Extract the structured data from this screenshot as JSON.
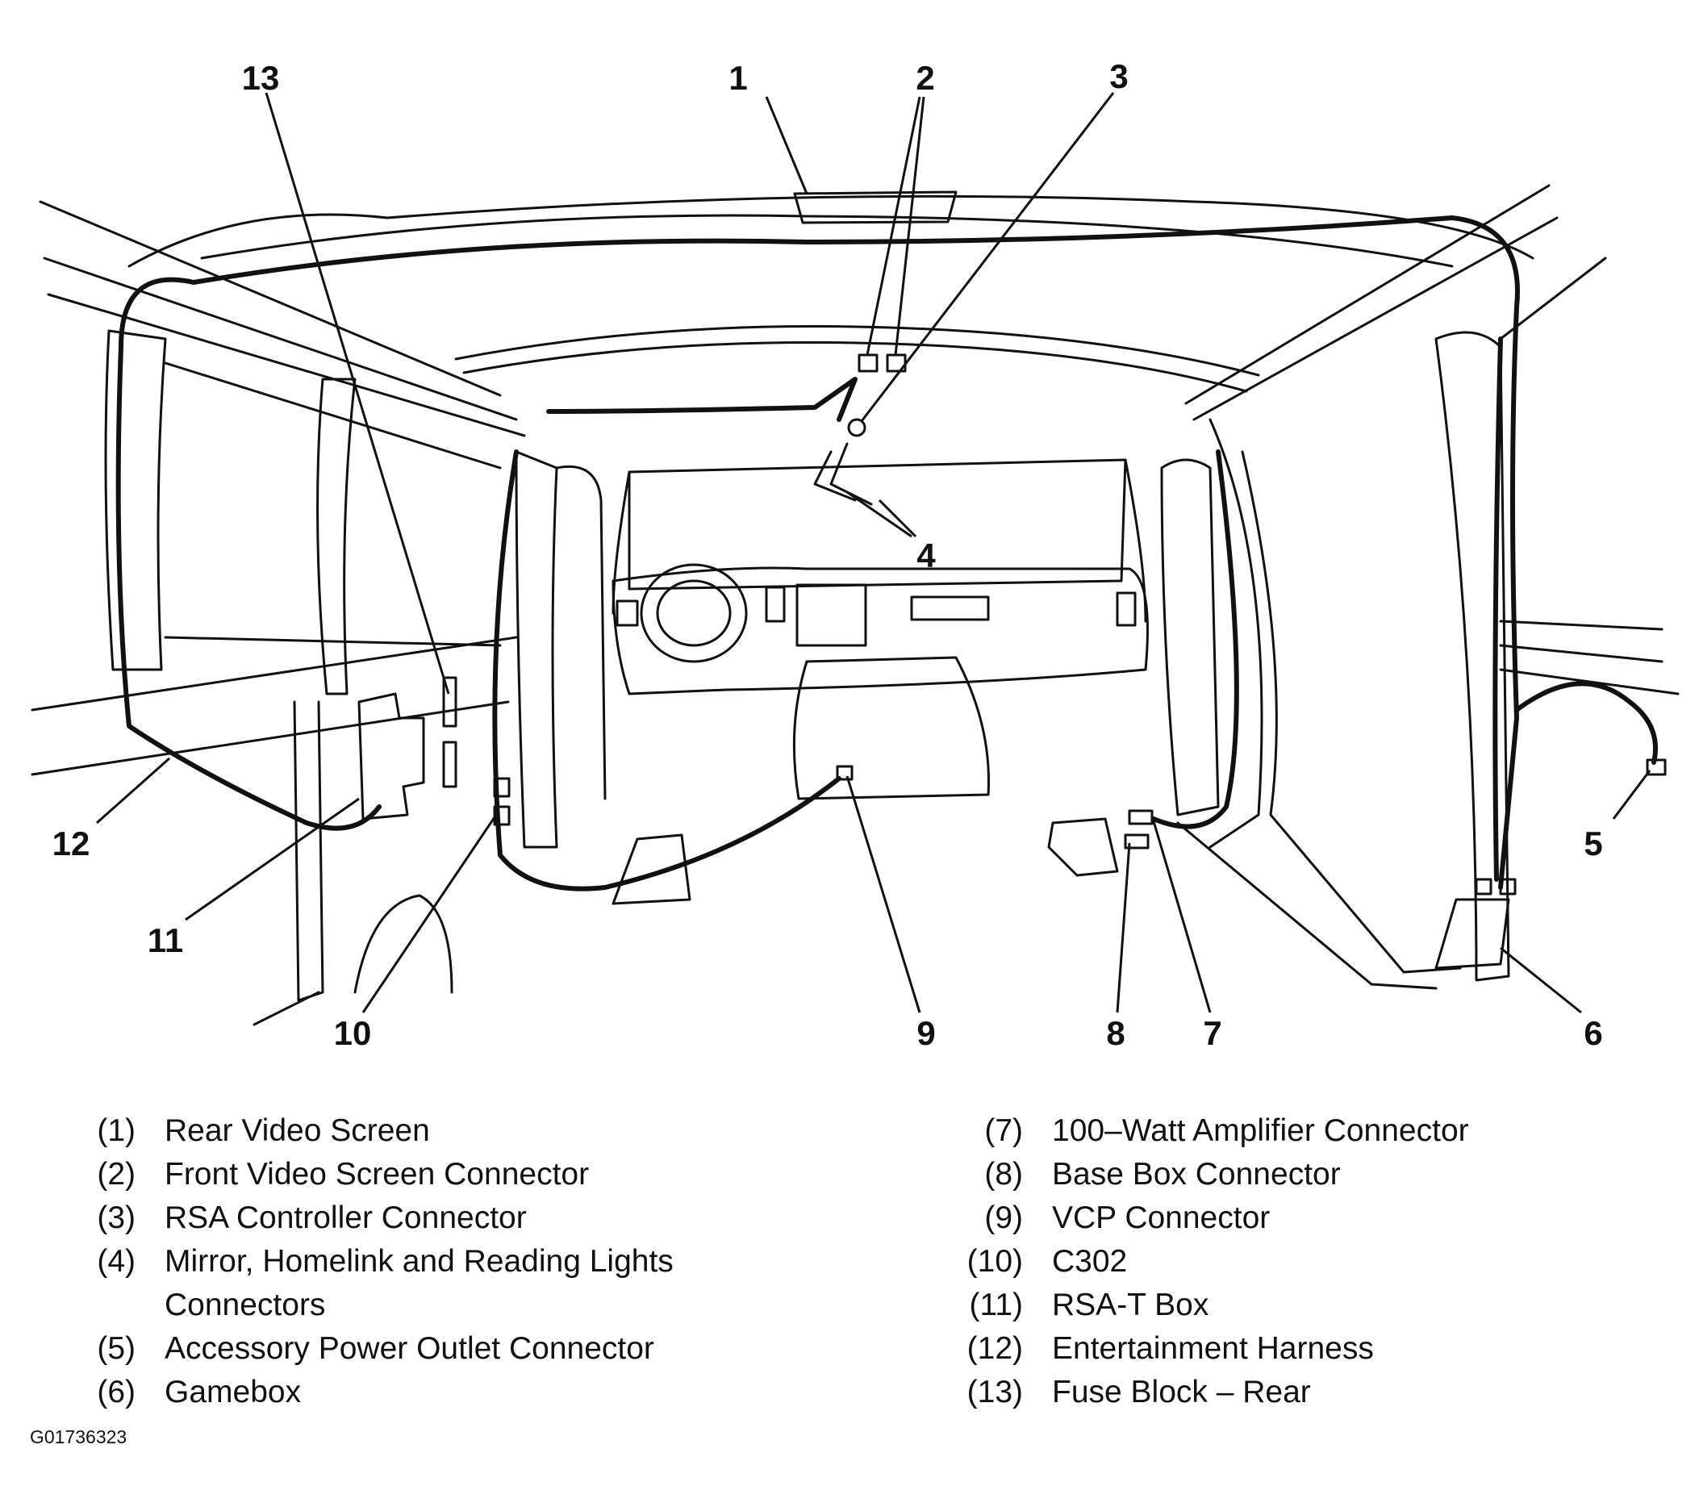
{
  "callouts": [
    "1",
    "2",
    "3",
    "4",
    "5",
    "6",
    "7",
    "8",
    "9",
    "10",
    "11",
    "12",
    "13"
  ],
  "legend_left": [
    {
      "num": "(1)",
      "label": "Rear Video Screen"
    },
    {
      "num": "(2)",
      "label": "Front Video Screen Connector"
    },
    {
      "num": "(3)",
      "label": "RSA Controller Connector"
    },
    {
      "num": "(4)",
      "label": "Mirror, Homelink and Reading Lights Connectors"
    },
    {
      "num": "(5)",
      "label": "Accessory Power Outlet Connector"
    },
    {
      "num": "(6)",
      "label": "Gamebox"
    }
  ],
  "legend_right": [
    {
      "num": "(7)",
      "label": "100–Watt Amplifier Connector"
    },
    {
      "num": "(8)",
      "label": "Base Box Connector"
    },
    {
      "num": "(9)",
      "label": "VCP Connector"
    },
    {
      "num": "(10)",
      "label": "C302"
    },
    {
      "num": "(11)",
      "label": "RSA-T Box"
    },
    {
      "num": "(12)",
      "label": "Entertainment Harness"
    },
    {
      "num": "(13)",
      "label": "Fuse Block – Rear"
    }
  ],
  "figure_id": "G01736323",
  "colors": {
    "line": "#111111",
    "background": "#ffffff"
  }
}
